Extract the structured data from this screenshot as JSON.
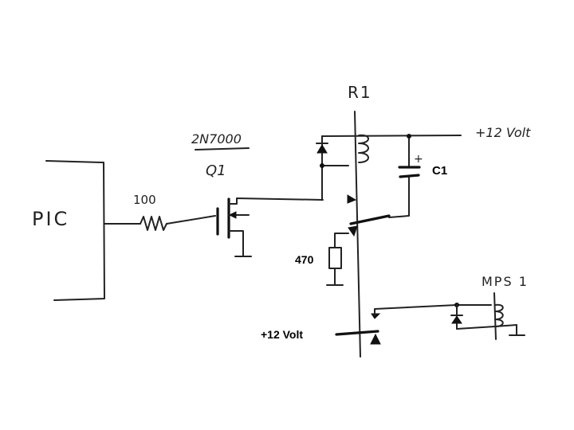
{
  "labels": {
    "pic": "PIC",
    "resistor_100": "100",
    "mosfet_part": "2N7000",
    "mosfet_ref": "Q1",
    "relay_r1": "R1",
    "supply_top": "+12 Volt",
    "capacitor": "C1",
    "cap_polarity": "+",
    "resistor_470": "470",
    "supply_bottom": "+12 Volt",
    "relay_mps": "MPS 1"
  },
  "colors": {
    "ink": "#222222",
    "background": "#ffffff"
  }
}
